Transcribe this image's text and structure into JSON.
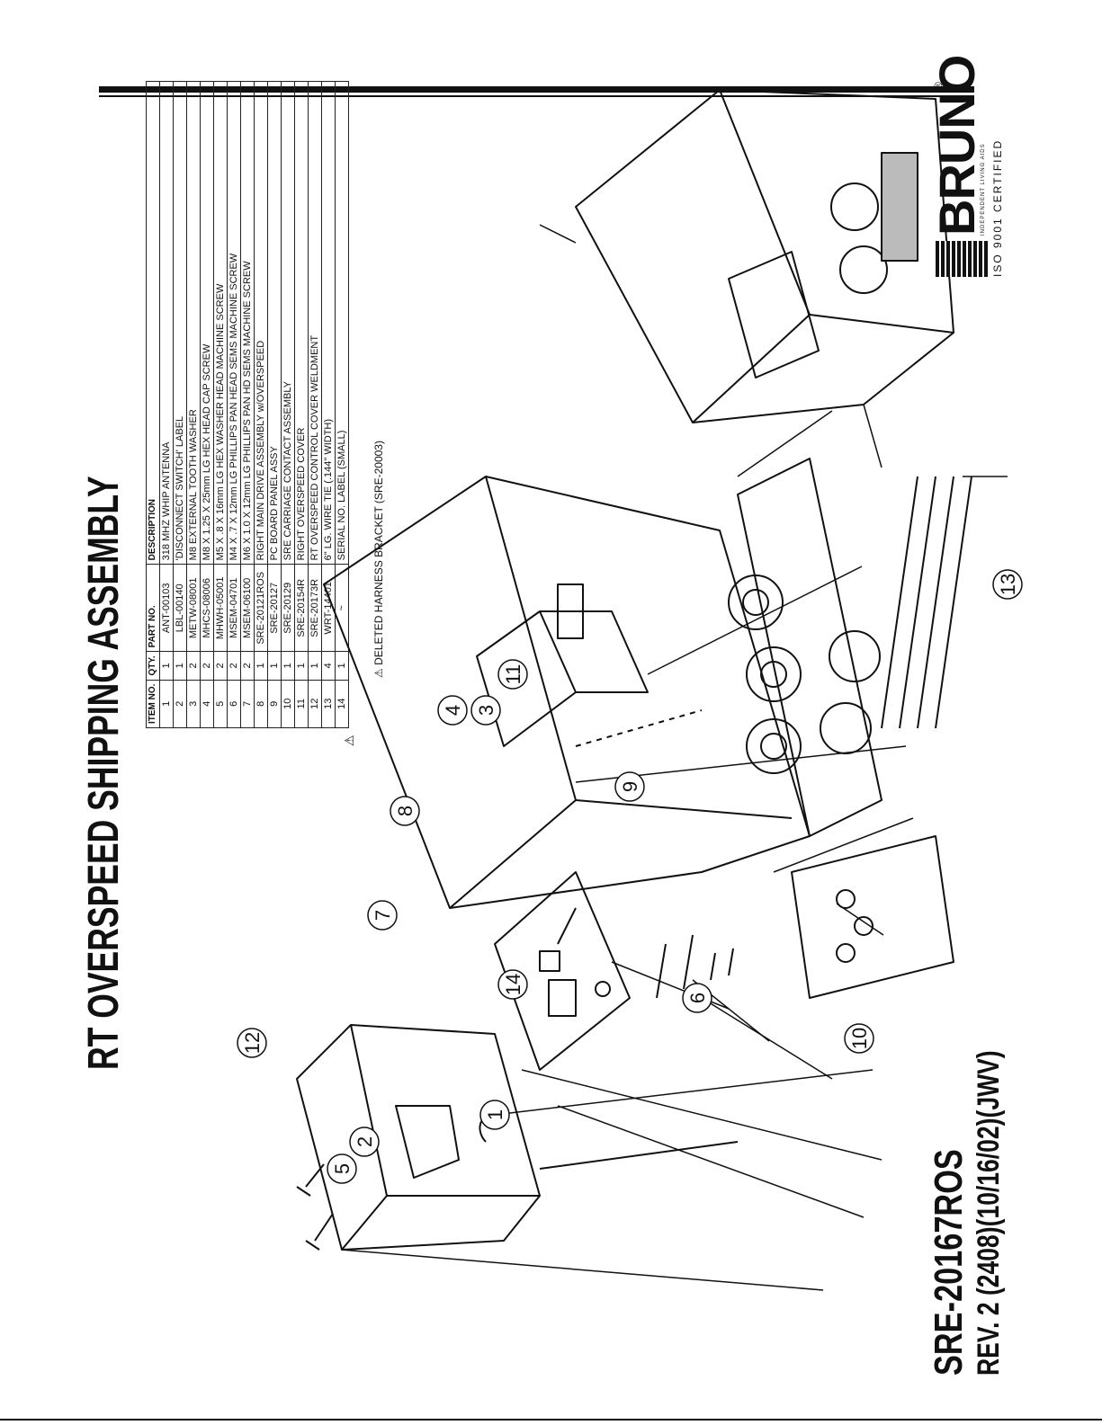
{
  "title": "RT OVERSPEED SHIPPING ASSEMBLY",
  "table": {
    "headers": [
      "ITEM NO.",
      "QTY.",
      "PART NO.",
      "DESCRIPTION"
    ],
    "rows": [
      [
        "1",
        "1",
        "ANT-00103",
        "318 MHZ WHIP ANTENNA"
      ],
      [
        "2",
        "1",
        "LBL-00140",
        "'DISCONNECT SWITCH' LABEL"
      ],
      [
        "3",
        "2",
        "METW-08001",
        "M8 EXTERNAL TOOTH WASHER"
      ],
      [
        "4",
        "2",
        "MHCS-08006",
        "M8 X 1.25 X 25mm LG HEX HEAD CAP SCREW"
      ],
      [
        "5",
        "2",
        "MHWH-05001",
        "M5 X .8 X 16mm LG HEX WASHER HEAD MACHINE SCREW"
      ],
      [
        "6",
        "2",
        "MSEM-04701",
        "M4 X .7 X 12mm LG PHILLIPS PAN HEAD SEMS MACHINE SCREW"
      ],
      [
        "7",
        "2",
        "MSEM-06100",
        "M6 X 1.0 X 12mm LG PHILLIPS PAN HD SEMS MACHINE SCREW"
      ],
      [
        "8",
        "1",
        "SRE-20121ROS",
        "RIGHT MAIN DRIVE ASSEMBLY w/OVERSPEED"
      ],
      [
        "9",
        "1",
        "SRE-20127",
        "PC BOARD PANEL ASSY"
      ],
      [
        "10",
        "1",
        "SRE-20129",
        "SRE CARRIAGE CONTACT ASSEMBLY"
      ],
      [
        "11",
        "1",
        "SRE-20154R",
        "RIGHT OVERSPEED COVER"
      ],
      [
        "12",
        "1",
        "SRE-20173R",
        "RT OVERSPEED CONTROL COVER WELDMENT"
      ],
      [
        "13",
        "4",
        "WRT-14401",
        "6\" LG. WIRE TIE (.144\" WIDTH)"
      ],
      [
        "14",
        "1",
        "~",
        "SERIAL NO. LABEL (SMALL)"
      ]
    ]
  },
  "note_mark": "⚠",
  "note": "DELETED HARNESS BRACKET (SRE-20003)",
  "callouts": [
    "1",
    "2",
    "3",
    "4",
    "5",
    "6",
    "7",
    "8",
    "9",
    "10",
    "11",
    "12",
    "13",
    "14"
  ],
  "doc_id": "SRE-20167ROS",
  "revision": "REV. 2 (2408)(10/16/02)(JWV)",
  "logo": {
    "word": "BRUNO",
    "registered": "®",
    "tagline": "INDEPENDENT LIVING AIDS",
    "certification": "ISO 9001 CERTIFIED"
  }
}
